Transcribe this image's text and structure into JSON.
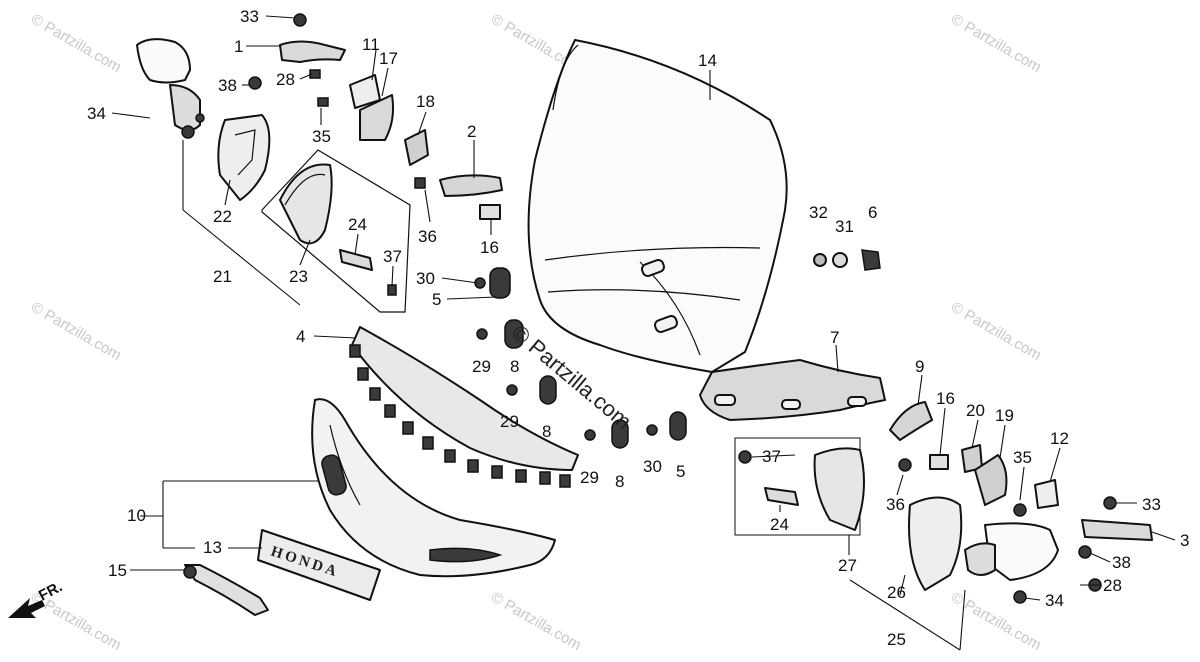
{
  "watermark": "© Partzilla.com",
  "center_watermark": "© Partzilla.com",
  "emblem_text": "HONDA",
  "front_indicator": "FR.",
  "callouts": [
    "1",
    "2",
    "3",
    "4",
    "5",
    "6",
    "7",
    "8",
    "9",
    "10",
    "11",
    "12",
    "13",
    "14",
    "15",
    "16",
    "17",
    "18",
    "19",
    "20",
    "21",
    "22",
    "23",
    "24",
    "25",
    "26",
    "27",
    "28",
    "29",
    "30",
    "31",
    "32",
    "33",
    "34",
    "35",
    "36",
    "37",
    "38"
  ]
}
